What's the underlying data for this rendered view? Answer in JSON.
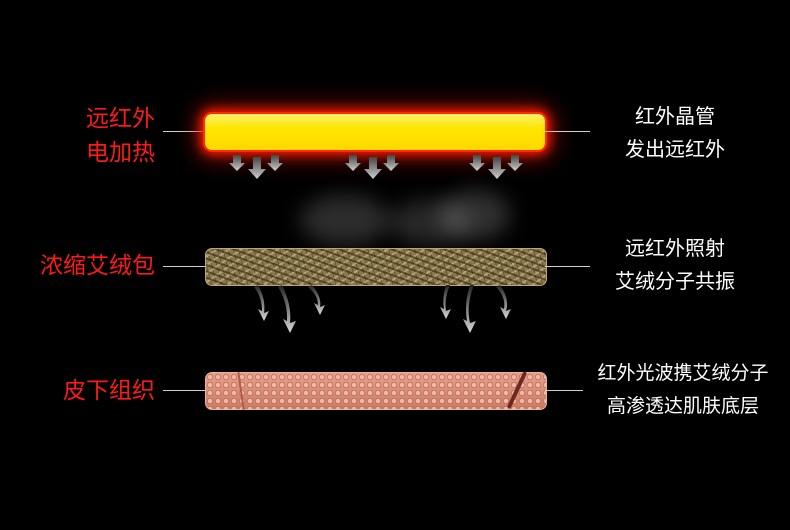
{
  "layers": [
    {
      "name": "heater",
      "left_label": [
        "远红外",
        "电加热"
      ],
      "right_label": [
        "红外晶管",
        "发出远红外"
      ]
    },
    {
      "name": "moxa",
      "left_label": [
        "浓缩艾绒包"
      ],
      "right_label": [
        "远红外照射",
        "艾绒分子共振"
      ]
    },
    {
      "name": "tissue",
      "left_label": [
        "皮下组织"
      ],
      "right_label": [
        "红外光波携艾绒分子",
        "高渗透达肌肤底层"
      ]
    }
  ],
  "colors": {
    "background": "#000000",
    "left_text": "#ff1a1a",
    "right_text": "#ffffff",
    "heater_fill": "#ffe600",
    "heater_glow": "#ff2a00"
  }
}
